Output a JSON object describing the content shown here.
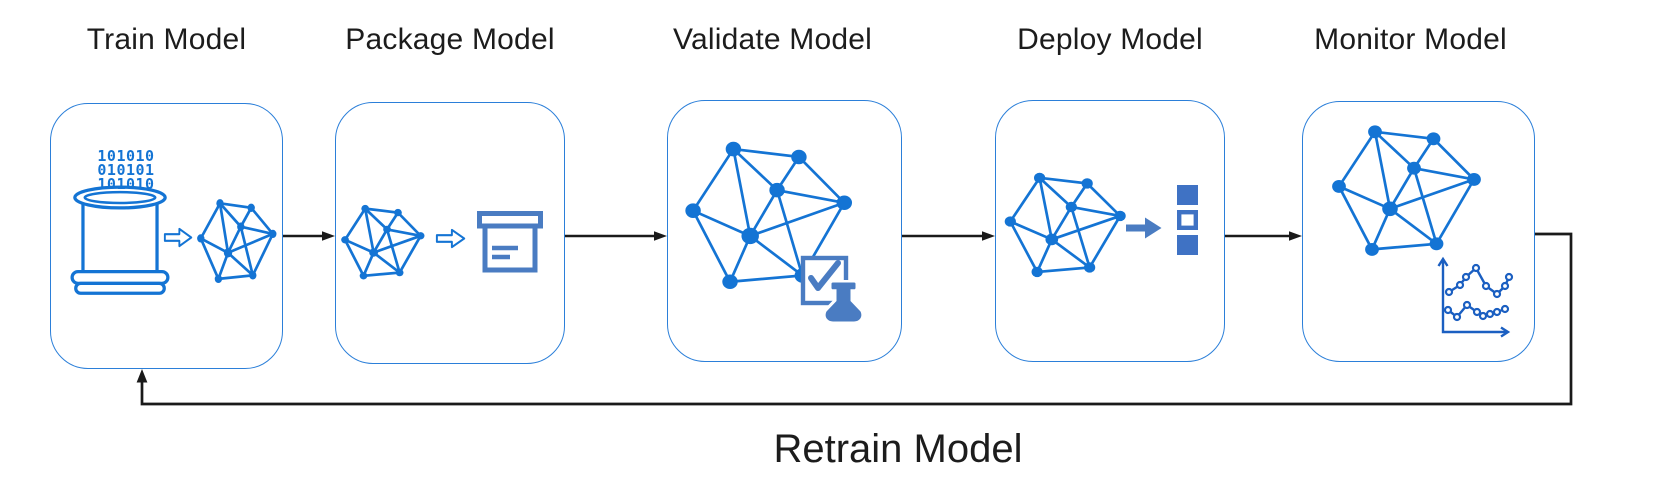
{
  "diagram": {
    "type": "ml-lifecycle-flowchart",
    "stages": [
      {
        "label": "Train Model",
        "icons": [
          "binary-data-text",
          "database-icon",
          "hollow-arrow-icon",
          "network-graph-icon"
        ]
      },
      {
        "label": "Package Model",
        "icons": [
          "network-graph-icon",
          "hollow-arrow-icon",
          "package-box-icon"
        ]
      },
      {
        "label": "Validate Model",
        "icons": [
          "network-graph-icon",
          "check-flask-icon"
        ]
      },
      {
        "label": "Deploy Model",
        "icons": [
          "network-graph-icon",
          "solid-arrow-icon",
          "deployment-squares-icon"
        ]
      },
      {
        "label": "Monitor Model",
        "icons": [
          "network-graph-icon",
          "line-chart-icon"
        ]
      }
    ],
    "connectors": [
      {
        "from": "Train Model",
        "to": "Package Model"
      },
      {
        "from": "Package Model",
        "to": "Validate Model"
      },
      {
        "from": "Validate Model",
        "to": "Deploy Model"
      },
      {
        "from": "Deploy Model",
        "to": "Monitor Model"
      }
    ],
    "feedback_loop": {
      "label": "Retrain Model",
      "from": "Monitor Model",
      "to": "Train Model"
    },
    "train_binary_lines": [
      "101010",
      "010101",
      "101010"
    ],
    "colors": {
      "graph_blue": "#1474d4",
      "steel_blue": "#4a7cc2",
      "chart_blue": "#1b5fc1",
      "box_border_blue": "#2b7fd9",
      "connector_black": "#1a1a1a",
      "label_text": "#1c1c1c",
      "background": "#ffffff"
    }
  }
}
